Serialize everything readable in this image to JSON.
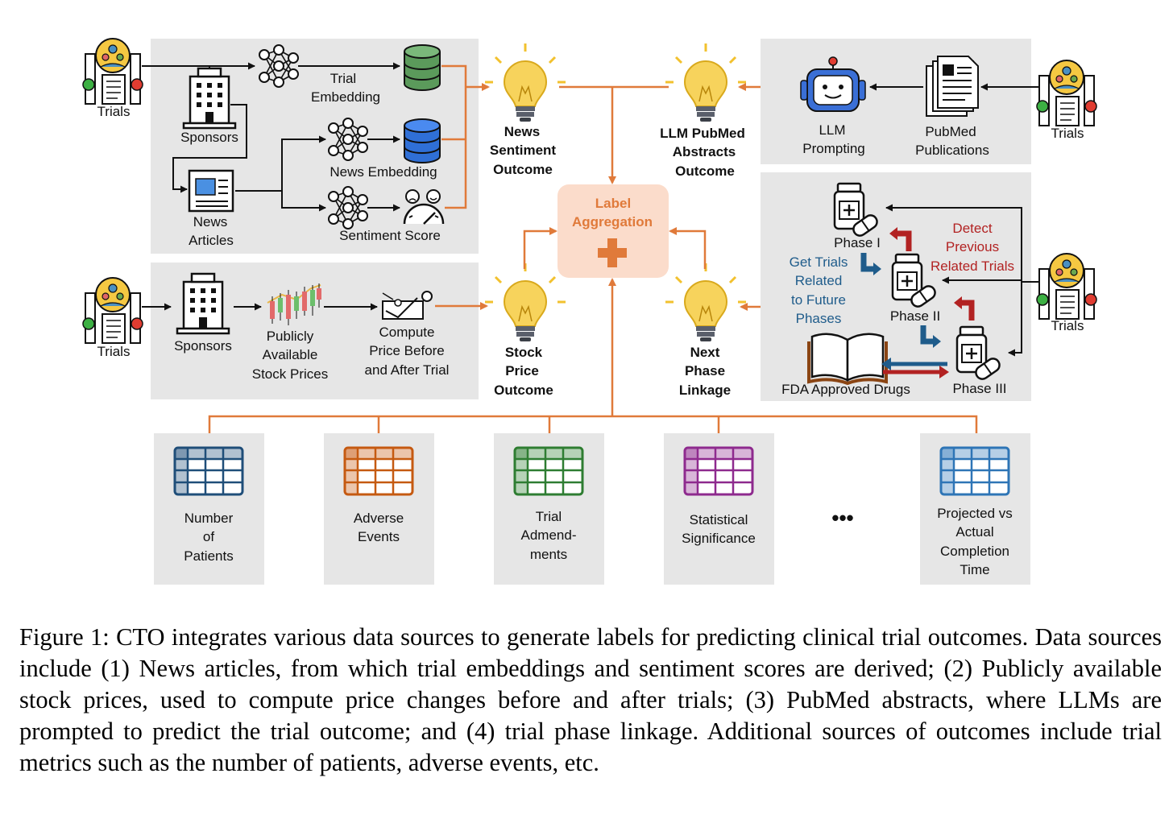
{
  "figure": {
    "news_block": {
      "trials": "Trials",
      "sponsors": "Sponsors",
      "trial_embedding": [
        "Trial",
        "Embedding"
      ],
      "news_articles": [
        "News",
        "Articles"
      ],
      "news_embedding": "News Embedding",
      "sentiment_score": "Sentiment Score"
    },
    "stock_block": {
      "trials": "Trials",
      "sponsors": "Sponsors",
      "stock_prices": [
        "Publicly",
        "Available",
        "Stock Prices"
      ],
      "compute": [
        "Compute",
        "Price Before",
        "and After Trial"
      ]
    },
    "pubmed_block": {
      "llm_prompting": [
        "LLM",
        "Prompting"
      ],
      "pubmed_publications": [
        "PubMed",
        "Publications"
      ],
      "trials": "Trials"
    },
    "phase_block": {
      "phase1": "Phase I",
      "phase2": "Phase II",
      "phase3": "Phase III",
      "detect": [
        "Detect",
        "Previous",
        "Related Trials"
      ],
      "get_trials": [
        "Get Trials",
        "Related",
        "to Future",
        "Phases"
      ],
      "fda": "FDA Approved Drugs",
      "trials": "Trials"
    },
    "outcomes": {
      "news": [
        "News",
        "Sentiment",
        "Outcome"
      ],
      "llm": [
        "LLM PubMed",
        "Abstracts",
        "Outcome"
      ],
      "stock": [
        "Stock",
        "Price",
        "Outcome"
      ],
      "next_phase": [
        "Next",
        "Phase",
        "Linkage"
      ]
    },
    "label_aggregation": [
      "Label",
      "Aggregation"
    ],
    "metrics": [
      {
        "lines": [
          "Number",
          "of",
          "Patients"
        ],
        "color": "#1f4e79"
      },
      {
        "lines": [
          "Adverse",
          "Events"
        ],
        "color": "#c55a11"
      },
      {
        "lines": [
          "Trial",
          "Admend-",
          "ments"
        ],
        "color": "#2e7d32"
      },
      {
        "lines": [
          "Statistical",
          "Significance"
        ],
        "color": "#8e2a8e"
      },
      {
        "lines": [
          "Projected vs",
          "Actual",
          "Completion",
          "Time"
        ],
        "color": "#2e75b6"
      }
    ],
    "ellipsis": "•••",
    "colors": {
      "orange": "#e07a3a",
      "panel": "#e6e6e6",
      "bulb": "#f7d35c",
      "dark_red": "#b22222",
      "blue_text": "#1f5c8b"
    }
  },
  "caption": "Figure 1: CTO integrates various data sources to generate labels for predicting clinical trial outcomes. Data sources include (1) News articles, from which trial embeddings and sentiment scores are derived; (2) Publicly available stock prices, used to compute price changes before and after trials; (3) PubMed abstracts, where LLMs are prompted to predict the trial outcome; and (4) trial phase linkage. Additional sources of outcomes include trial metrics such as the number of patients, adverse events, etc."
}
